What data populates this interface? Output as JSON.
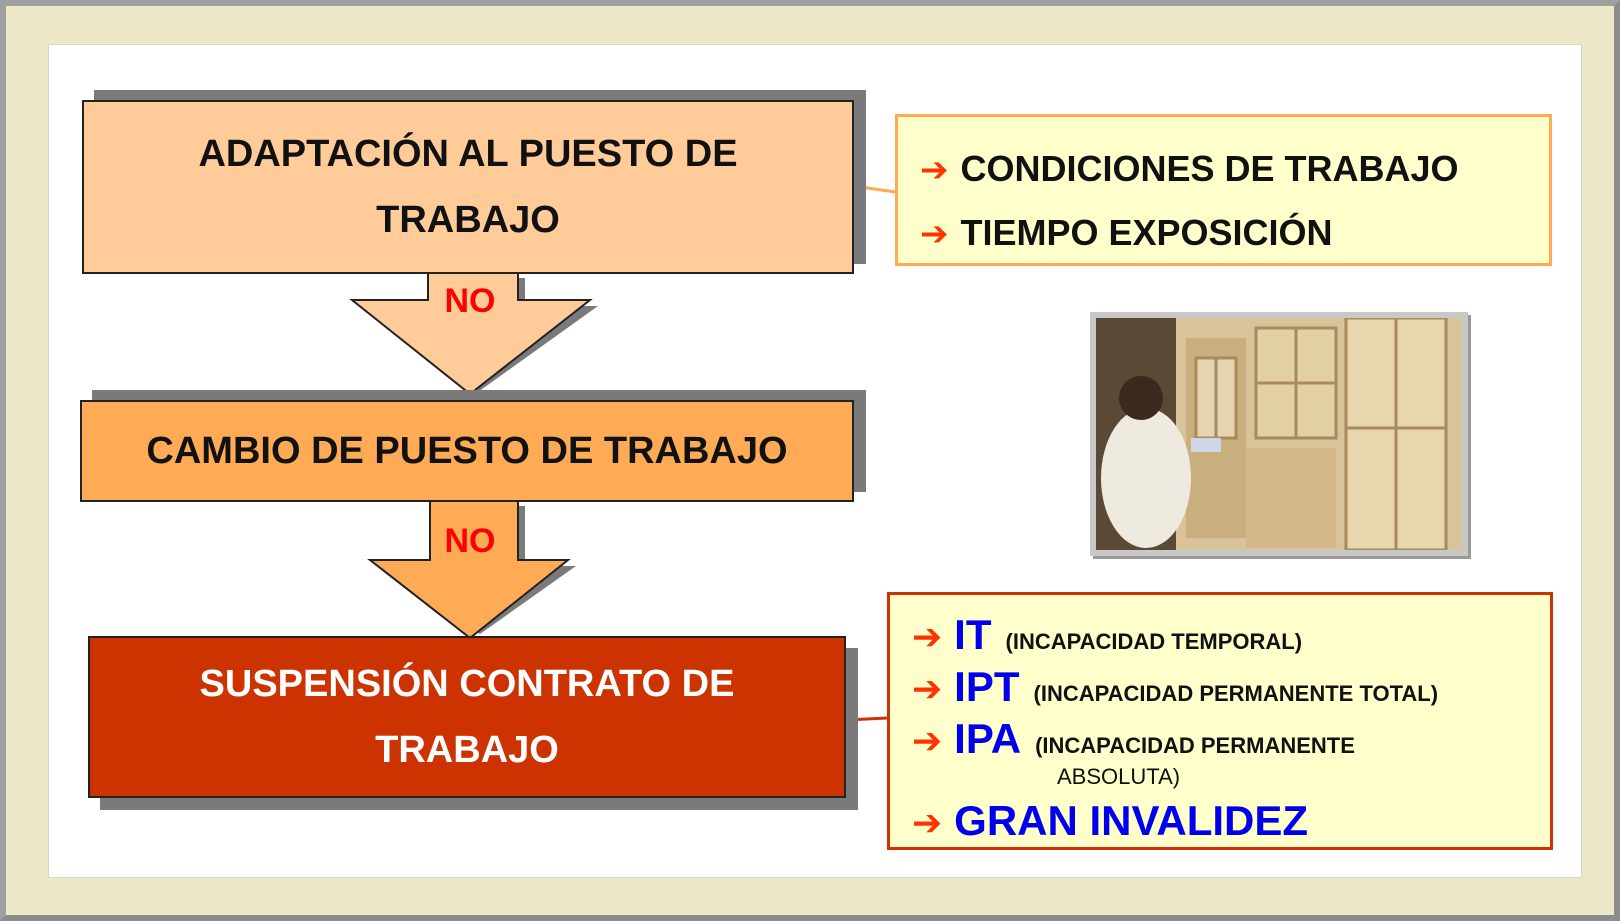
{
  "flow": {
    "step1": "ADAPTACIÓN AL PUESTO DE TRABAJO",
    "no1": "NO",
    "step2": "CAMBIO DE PUESTO DE TRABAJO",
    "no2": "NO",
    "step3": "SUSPENSIÓN CONTRATO DE TRABAJO"
  },
  "conditions": {
    "arrow": "➔",
    "items": [
      "CONDICIONES DE TRABAJO",
      "TIEMPO EXPOSICIÓN"
    ]
  },
  "outcomes": {
    "arrow": "➔",
    "items": [
      {
        "acronym": "IT",
        "desc": "(INCAPACIDAD TEMPORAL)"
      },
      {
        "acronym": "IPT",
        "desc": "(INCAPACIDAD PERMANENTE TOTAL)"
      },
      {
        "acronym": "IPA",
        "desc": "(INCAPACIDAD PERMANENTE",
        "desc2": "ABSOLUTA)"
      }
    ],
    "last": "GRAN INVALIDEZ"
  },
  "colors": {
    "step1": "#ffcc99",
    "step2": "#ffaa55",
    "step3": "#cc3300",
    "panel": "#ffffcc",
    "no_label": "#ff0000",
    "acronym": "#0000ee"
  }
}
